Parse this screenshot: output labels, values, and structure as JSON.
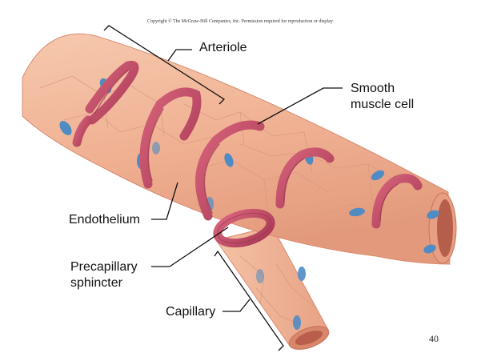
{
  "copyright": "Copyright © The McGraw-Hill Companies, Inc. Permission required for reproduction or display.",
  "labels": {
    "arteriole": "Arteriole",
    "smooth_muscle_line1": "Smooth",
    "smooth_muscle_line2": "muscle cell",
    "endothelium": "Endothelium",
    "precapillary_line1": "Precapillary",
    "precapillary_line2": "sphincter",
    "capillary": "Capillary"
  },
  "page_number": "40",
  "colors": {
    "vessel_fill": "#f2b79a",
    "vessel_edge": "#d98a70",
    "muscle_band": "#c7506a",
    "muscle_band_dark": "#9b3550",
    "nucleus": "#4f8cc4",
    "leader_line": "#111111"
  }
}
